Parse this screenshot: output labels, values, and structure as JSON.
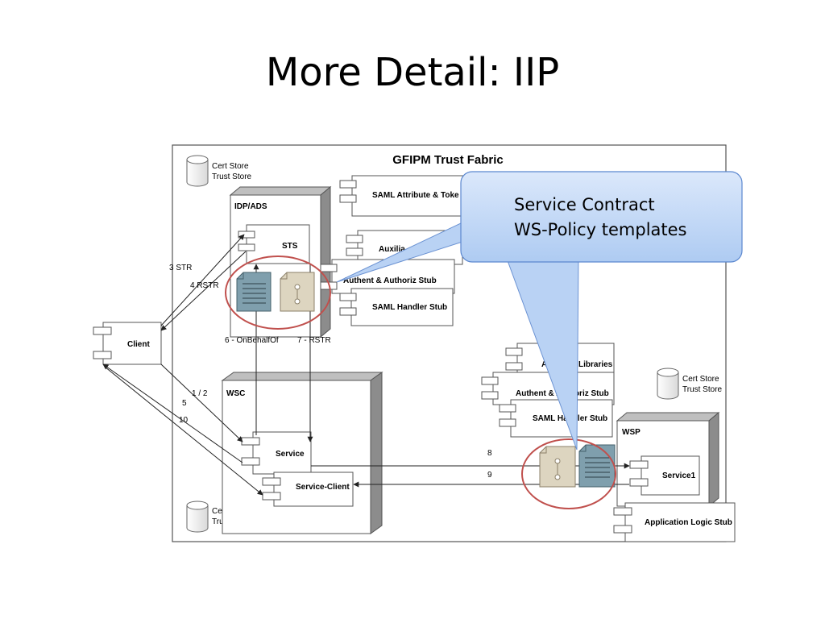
{
  "slide_title": "More Detail: IIP",
  "diagram": {
    "title": "GFIPM Trust Fabric",
    "cert_store": [
      "Cert Store",
      "Trust Store"
    ],
    "idp": {
      "label": "IDP/ADS",
      "sts": "STS",
      "stubs": [
        "SAML Attribute & Toke",
        "Auxilia",
        "Authent & Authoriz Stub",
        "SAML Handler Stub"
      ]
    },
    "client": "Client",
    "wsc": {
      "label": "WSC",
      "service": "Service",
      "service_client": "Service-Client"
    },
    "wsp": {
      "label": "WSP",
      "service": "Service1",
      "app_stub": "Application Logic Stub",
      "stubs": [
        "Libraries",
        "Authent & Authoriz Stub",
        "SAML Handler Stub"
      ],
      "stub_prefixes": [
        "A",
        ""
      ]
    },
    "flows": {
      "str": "3 STR",
      "rstr": "4 RSTR",
      "on_behalf_of": "6 - OnBehalfOf",
      "rstr7": "7 - RSTR",
      "one_two": "1 / 2",
      "five": "5",
      "ten": "10",
      "eight": "8",
      "nine": "9"
    }
  },
  "callout": {
    "lines": [
      "Service Contract",
      "WS-Policy templates"
    ]
  },
  "colors": {
    "callout_fill": "#c6dcf7",
    "callout_border": "#5b87cf",
    "highlight_ring": "#c0504d",
    "policy_doc": "#7f9fad",
    "contract_doc": "#ddd5c0"
  }
}
